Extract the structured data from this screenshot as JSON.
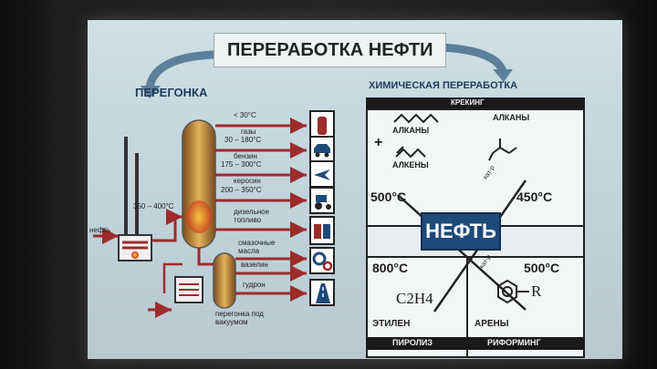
{
  "title": "ПЕРЕРАБОТКА НЕФТИ",
  "distillation": {
    "header": "ПЕРЕГОНКА",
    "feed_label": "нефть",
    "furnace_temp": "350 – 400°C",
    "fractions": [
      {
        "temp": "< 30°C",
        "name": "газы",
        "icon": "gas-cylinder-icon"
      },
      {
        "temp": "30 – 180°C",
        "name": "бензин",
        "icon": "car-icon"
      },
      {
        "temp": "175 – 300°C",
        "name": "керосин",
        "icon": "airplane-icon"
      },
      {
        "temp": "200 – 350°C",
        "name": "",
        "icon": "tractor-icon"
      }
    ],
    "diesel_label": "дизельное топливо",
    "lubricants_label": "смазочные масла",
    "vaseline_label": "вазелин",
    "tar_label": "гудрон",
    "vacuum_label": "перегонка под вакуумом",
    "extra_icons": [
      "oil-canisters-icon",
      "gears-icon",
      "road-icon"
    ]
  },
  "chemical": {
    "header": "ХИМИЧЕСКАЯ ПЕРЕРАБОТКА",
    "cracking_label": "КРЕКИНГ",
    "alkanes_label": "АЛКАНЫ",
    "alkenes_label": "АЛКЕНЫ",
    "alkanes_right_label": "АЛКАНЫ",
    "plus": "+",
    "temp_left": "500°C",
    "temp_right": "450°C",
    "catalyst_label": "кат-р",
    "center_label": "НЕФТЬ",
    "pyrolysis_temp": "800°C",
    "ethylene_formula": "C2H4",
    "ethylene_label": "ЭТИЛЕН",
    "pyrolysis_label": "ПИРОЛИЗ",
    "reforming_temp": "500°C",
    "reforming_catalyst": "кат-р",
    "arenes_formula_r": "R",
    "arenes_label": "АРЕНЫ",
    "reforming_label": "РИФОРМИНГ"
  },
  "colors": {
    "screen_bg": "#c4d6de",
    "arrow": "#9d2b2b",
    "column": "#b8873b",
    "accent_blue": "#1e4a7a"
  }
}
